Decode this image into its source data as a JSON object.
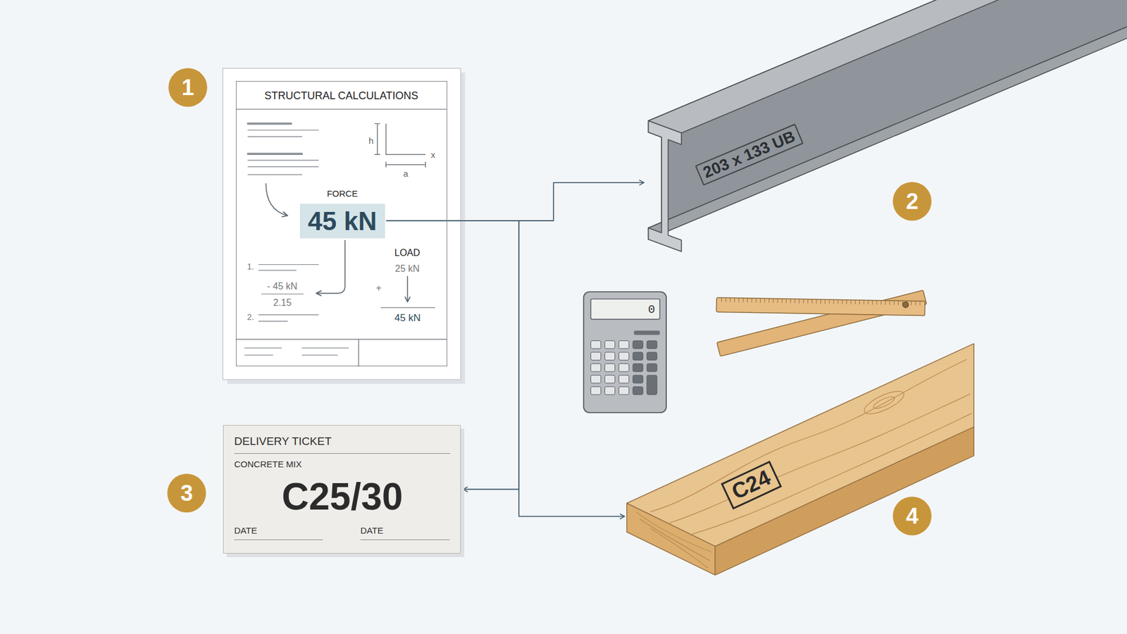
{
  "diagram": {
    "nodes": [
      {
        "text": [
          "STRUCTURAL CALCULATIONS"
        ]
      },
      {
        "text": [
          "FORCE",
          "45 kN"
        ],
        "in": 0
      },
      {
        "text": [
          "203 x 133 UB"
        ]
      },
      {
        "text": [
          "DELIVERY TICKET",
          "CONCRETE MIX",
          "C25/30",
          "DATE",
          "DATE"
        ]
      },
      {
        "text": [
          "C24"
        ]
      }
    ],
    "edges": [
      {
        "from": 1,
        "to": 2,
        "arrow": "to"
      },
      {
        "from": 1,
        "to": 3,
        "arrow": "to"
      },
      {
        "from": 1,
        "to": 4,
        "arrow": "to"
      }
    ],
    "labels": [
      "1",
      "h",
      "x",
      "a",
      "LOAD",
      "25 kN",
      "+",
      "45 kN",
      "1.",
      "- 45 kN",
      "2.15",
      "2.",
      "2",
      "0",
      "3",
      "4"
    ]
  }
}
